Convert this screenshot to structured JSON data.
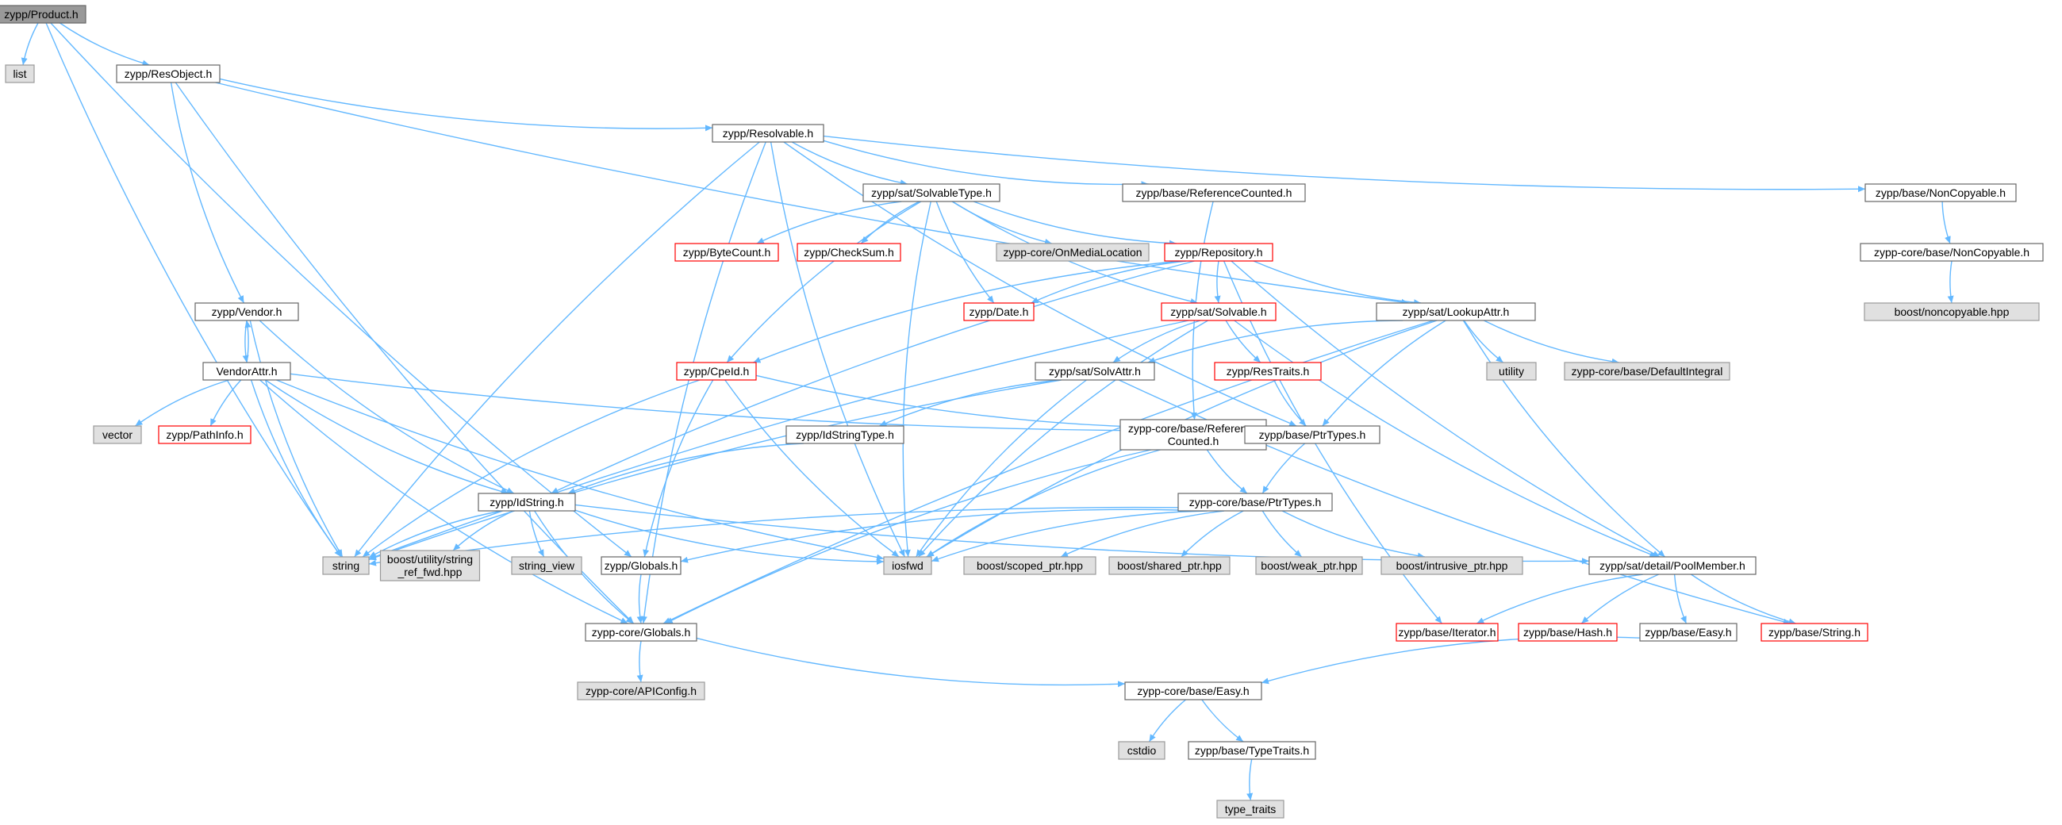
{
  "colors": {
    "edge": "#63b8ff",
    "node_border": "#666666",
    "external_fill": "#e0e0e0",
    "missing_border": "#ff0000",
    "root_fill": "#999999"
  },
  "nodes": [
    {
      "id": "product",
      "label": "zypp/Product.h",
      "kind": "root"
    },
    {
      "id": "list",
      "label": "list",
      "kind": "ext"
    },
    {
      "id": "resobject",
      "label": "zypp/ResObject.h",
      "kind": "normal"
    },
    {
      "id": "resolvable",
      "label": "zypp/Resolvable.h",
      "kind": "normal"
    },
    {
      "id": "solvabletype",
      "label": "zypp/sat/SolvableType.h",
      "kind": "normal"
    },
    {
      "id": "base_refcounted",
      "label": "zypp/base/ReferenceCounted.h",
      "kind": "normal"
    },
    {
      "id": "base_noncopyable",
      "label": "zypp/base/NonCopyable.h",
      "kind": "normal"
    },
    {
      "id": "core_noncopyable",
      "label": "zypp-core/base/NonCopyable.h",
      "kind": "normal"
    },
    {
      "id": "boost_noncopyable",
      "label": "boost/noncopyable.hpp",
      "kind": "ext"
    },
    {
      "id": "bytecount",
      "label": "zypp/ByteCount.h",
      "kind": "red"
    },
    {
      "id": "checksum",
      "label": "zypp/CheckSum.h",
      "kind": "red"
    },
    {
      "id": "onmedialocation",
      "label": "zypp-core/OnMediaLocation",
      "kind": "ext"
    },
    {
      "id": "repository",
      "label": "zypp/Repository.h",
      "kind": "red"
    },
    {
      "id": "vendor",
      "label": "zypp/Vendor.h",
      "kind": "normal"
    },
    {
      "id": "date",
      "label": "zypp/Date.h",
      "kind": "red"
    },
    {
      "id": "solvable",
      "label": "zypp/sat/Solvable.h",
      "kind": "red"
    },
    {
      "id": "lookupattr",
      "label": "zypp/sat/LookupAttr.h",
      "kind": "normal"
    },
    {
      "id": "vendorattr",
      "label": "VendorAttr.h",
      "kind": "normal"
    },
    {
      "id": "cpeid",
      "label": "zypp/CpeId.h",
      "kind": "red"
    },
    {
      "id": "solvattr",
      "label": "zypp/sat/SolvAttr.h",
      "kind": "normal"
    },
    {
      "id": "restraits",
      "label": "zypp/ResTraits.h",
      "kind": "red"
    },
    {
      "id": "utility",
      "label": "utility",
      "kind": "ext"
    },
    {
      "id": "defaultintegral",
      "label": "zypp-core/base/DefaultIntegral",
      "kind": "ext"
    },
    {
      "id": "vector",
      "label": "vector",
      "kind": "ext"
    },
    {
      "id": "pathinfo",
      "label": "zypp/PathInfo.h",
      "kind": "red"
    },
    {
      "id": "idstringtype",
      "label": "zypp/IdStringType.h",
      "kind": "normal"
    },
    {
      "id": "core_refcounted",
      "label": "zypp-core/base/Reference\nCounted.h",
      "kind": "normal"
    },
    {
      "id": "base_ptrtypes",
      "label": "zypp/base/PtrTypes.h",
      "kind": "normal"
    },
    {
      "id": "idstring",
      "label": "zypp/IdString.h",
      "kind": "normal"
    },
    {
      "id": "core_ptrtypes",
      "label": "zypp-core/base/PtrTypes.h",
      "kind": "normal"
    },
    {
      "id": "string",
      "label": "string",
      "kind": "ext"
    },
    {
      "id": "boost_stringref",
      "label": "boost/utility/string\n_ref_fwd.hpp",
      "kind": "ext"
    },
    {
      "id": "string_view",
      "label": "string_view",
      "kind": "ext"
    },
    {
      "id": "globals",
      "label": "zypp/Globals.h",
      "kind": "normal"
    },
    {
      "id": "iosfwd",
      "label": "iosfwd",
      "kind": "ext"
    },
    {
      "id": "scoped_ptr",
      "label": "boost/scoped_ptr.hpp",
      "kind": "ext"
    },
    {
      "id": "shared_ptr",
      "label": "boost/shared_ptr.hpp",
      "kind": "ext"
    },
    {
      "id": "weak_ptr",
      "label": "boost/weak_ptr.hpp",
      "kind": "ext"
    },
    {
      "id": "intrusive_ptr",
      "label": "boost/intrusive_ptr.hpp",
      "kind": "ext"
    },
    {
      "id": "poolmember",
      "label": "zypp/sat/detail/PoolMember.h",
      "kind": "normal"
    },
    {
      "id": "core_globals",
      "label": "zypp-core/Globals.h",
      "kind": "normal"
    },
    {
      "id": "iterator",
      "label": "zypp/base/Iterator.h",
      "kind": "red"
    },
    {
      "id": "hash",
      "label": "zypp/base/Hash.h",
      "kind": "red"
    },
    {
      "id": "base_easy",
      "label": "zypp/base/Easy.h",
      "kind": "normal"
    },
    {
      "id": "base_string",
      "label": "zypp/base/String.h",
      "kind": "red"
    },
    {
      "id": "apiconfig",
      "label": "zypp-core/APIConfig.h",
      "kind": "ext"
    },
    {
      "id": "core_easy",
      "label": "zypp-core/base/Easy.h",
      "kind": "normal"
    },
    {
      "id": "cstdio",
      "label": "cstdio",
      "kind": "ext"
    },
    {
      "id": "typetraits_h",
      "label": "zypp/base/TypeTraits.h",
      "kind": "normal"
    },
    {
      "id": "type_traits",
      "label": "type_traits",
      "kind": "ext"
    }
  ],
  "edges": [
    [
      "product",
      "list"
    ],
    [
      "product",
      "resobject"
    ],
    [
      "product",
      "globals"
    ],
    [
      "product",
      "string"
    ],
    [
      "resobject",
      "resolvable"
    ],
    [
      "resobject",
      "vendor"
    ],
    [
      "resobject",
      "lookupattr"
    ],
    [
      "resobject",
      "core_globals"
    ],
    [
      "resolvable",
      "solvabletype"
    ],
    [
      "resolvable",
      "base_refcounted"
    ],
    [
      "resolvable",
      "base_noncopyable"
    ],
    [
      "resolvable",
      "base_ptrtypes"
    ],
    [
      "resolvable",
      "iosfwd"
    ],
    [
      "resolvable",
      "string"
    ],
    [
      "resolvable",
      "core_globals"
    ],
    [
      "base_noncopyable",
      "core_noncopyable"
    ],
    [
      "core_noncopyable",
      "boost_noncopyable"
    ],
    [
      "base_refcounted",
      "core_refcounted"
    ],
    [
      "solvabletype",
      "bytecount"
    ],
    [
      "solvabletype",
      "checksum"
    ],
    [
      "solvabletype",
      "onmedialocation"
    ],
    [
      "solvabletype",
      "repository"
    ],
    [
      "solvabletype",
      "date"
    ],
    [
      "solvabletype",
      "cpeid"
    ],
    [
      "solvabletype",
      "solvable"
    ],
    [
      "solvabletype",
      "iosfwd"
    ],
    [
      "repository",
      "date"
    ],
    [
      "repository",
      "solvable"
    ],
    [
      "repository",
      "lookupattr"
    ],
    [
      "repository",
      "cpeid"
    ],
    [
      "repository",
      "iterator"
    ],
    [
      "repository",
      "poolmember"
    ],
    [
      "repository",
      "idstring"
    ],
    [
      "solvable",
      "solvattr"
    ],
    [
      "solvable",
      "restraits"
    ],
    [
      "solvable",
      "poolmember"
    ],
    [
      "solvable",
      "iosfwd"
    ],
    [
      "solvable",
      "string"
    ],
    [
      "lookupattr",
      "solvattr"
    ],
    [
      "lookupattr",
      "utility"
    ],
    [
      "lookupattr",
      "defaultintegral"
    ],
    [
      "lookupattr",
      "base_ptrtypes"
    ],
    [
      "lookupattr",
      "poolmember"
    ],
    [
      "lookupattr",
      "core_globals"
    ],
    [
      "lookupattr",
      "iosfwd"
    ],
    [
      "vendor",
      "vendorattr"
    ],
    [
      "vendor",
      "idstring"
    ],
    [
      "vendor",
      "string"
    ],
    [
      "vendorattr",
      "vendor"
    ],
    [
      "vendorattr",
      "vector"
    ],
    [
      "vendorattr",
      "pathinfo"
    ],
    [
      "vendorattr",
      "base_ptrtypes"
    ],
    [
      "vendorattr",
      "idstring"
    ],
    [
      "vendorattr",
      "string"
    ],
    [
      "vendorattr",
      "iosfwd"
    ],
    [
      "vendorattr",
      "core_globals"
    ],
    [
      "cpeid",
      "base_ptrtypes"
    ],
    [
      "cpeid",
      "globals"
    ],
    [
      "cpeid",
      "iosfwd"
    ],
    [
      "cpeid",
      "string"
    ],
    [
      "solvattr",
      "idstringtype"
    ],
    [
      "solvattr",
      "base_string"
    ],
    [
      "solvattr",
      "iosfwd"
    ],
    [
      "solvattr",
      "string"
    ],
    [
      "restraits",
      "base_ptrtypes"
    ],
    [
      "idstringtype",
      "idstring"
    ],
    [
      "core_refcounted",
      "core_ptrtypes"
    ],
    [
      "core_refcounted",
      "iosfwd"
    ],
    [
      "core_refcounted",
      "core_globals"
    ],
    [
      "base_ptrtypes",
      "core_ptrtypes"
    ],
    [
      "core_ptrtypes",
      "scoped_ptr"
    ],
    [
      "core_ptrtypes",
      "shared_ptr"
    ],
    [
      "core_ptrtypes",
      "weak_ptr"
    ],
    [
      "core_ptrtypes",
      "intrusive_ptr"
    ],
    [
      "core_ptrtypes",
      "iosfwd"
    ],
    [
      "core_ptrtypes",
      "string"
    ],
    [
      "core_ptrtypes",
      "globals"
    ],
    [
      "idstring",
      "boost_stringref"
    ],
    [
      "idstring",
      "string_view"
    ],
    [
      "idstring",
      "iosfwd"
    ],
    [
      "idstring",
      "string"
    ],
    [
      "idstring",
      "core_globals"
    ],
    [
      "idstring",
      "poolmember"
    ],
    [
      "globals",
      "core_globals"
    ],
    [
      "poolmember",
      "iterator"
    ],
    [
      "poolmember",
      "hash"
    ],
    [
      "poolmember",
      "base_easy"
    ],
    [
      "poolmember",
      "base_string"
    ],
    [
      "core_globals",
      "apiconfig"
    ],
    [
      "core_globals",
      "core_easy"
    ],
    [
      "base_easy",
      "core_easy"
    ],
    [
      "core_easy",
      "cstdio"
    ],
    [
      "core_easy",
      "typetraits_h"
    ],
    [
      "typetraits_h",
      "type_traits"
    ]
  ]
}
